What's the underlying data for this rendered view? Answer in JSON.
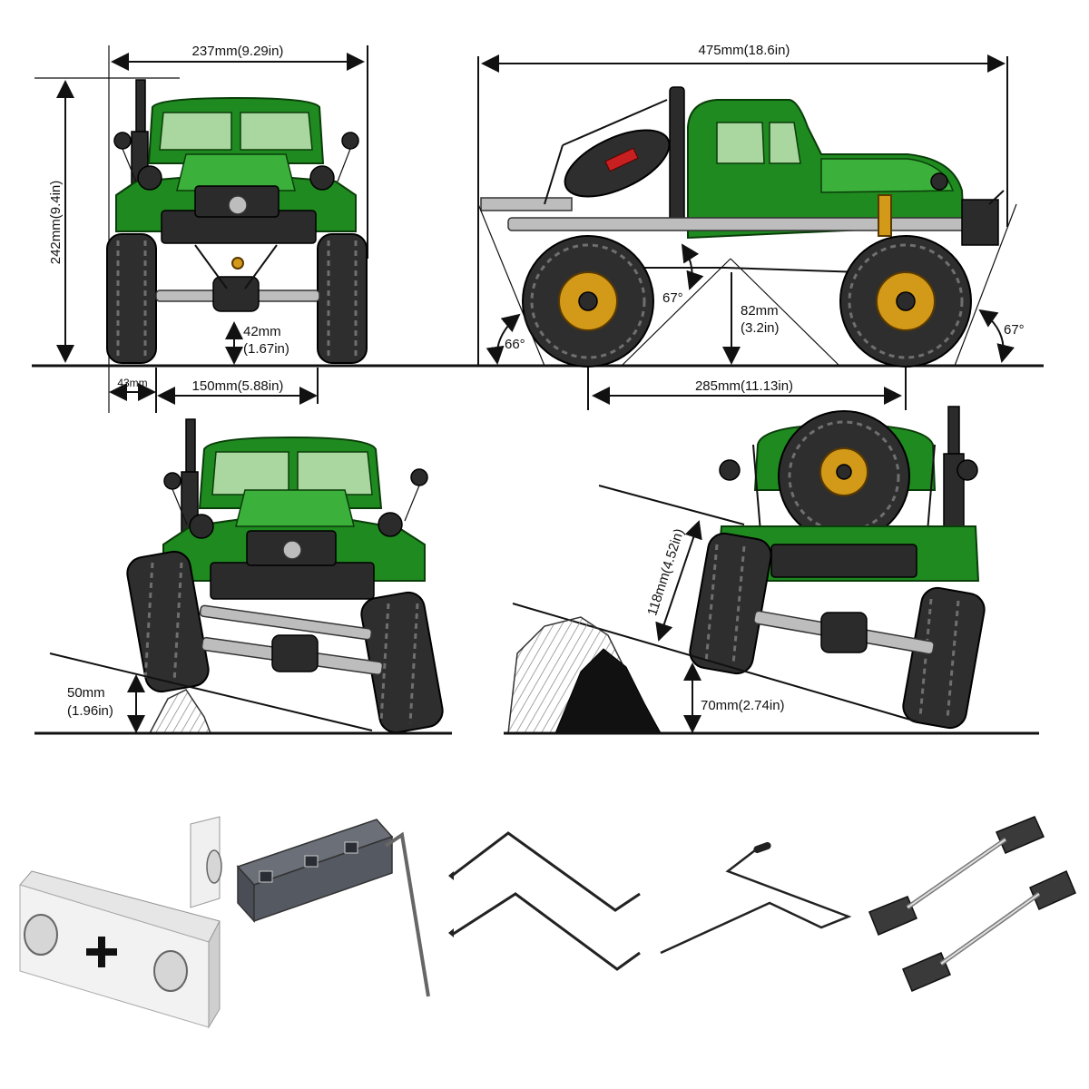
{
  "front_view": {
    "width_label": "237mm(9.29in)",
    "height_label": "242mm(9.4in)",
    "clearance_label_1": "42mm",
    "clearance_label_2": "(1.67in)",
    "tire_width_label": "43mm",
    "track_label": "150mm(5.88in)"
  },
  "side_view": {
    "length_label": "475mm(18.6in)",
    "approach_angle": "66°",
    "breakover_angle": "67°",
    "departure_angle": "67°",
    "belly_clearance_1": "82mm",
    "belly_clearance_2": "(3.2in)",
    "wheelbase_label": "285mm(11.13in)"
  },
  "flex_front": {
    "obstacle_label_1": "50mm",
    "obstacle_label_2": "(1.96in)"
  },
  "flex_rear": {
    "flex_label": "118mm(4.52in)",
    "rock_label": "70mm(2.74in)"
  },
  "accessories": {
    "items": [
      "mounting-plate",
      "servo-switch-bar",
      "bent-rods",
      "antenna-wire",
      "link-bars"
    ]
  },
  "colors": {
    "body_green": "#1f8a1f",
    "rim_gold": "#d39a1a",
    "tire": "#2e2e2e"
  }
}
